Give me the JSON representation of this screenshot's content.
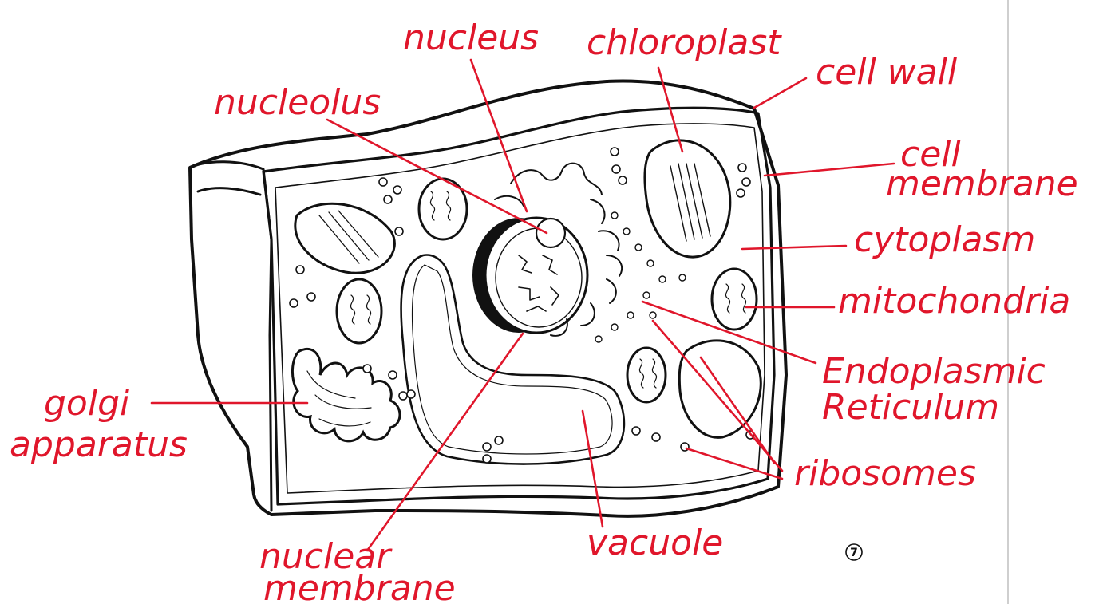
{
  "labels": {
    "nucleus": "nucleus",
    "chloroplast": "chloroplast",
    "cell_wall": "cell wall",
    "nucleolus": "nucleolus",
    "cell_membrane_1": "cell",
    "cell_membrane_2": "membrane",
    "cytoplasm": "cytoplasm",
    "mitochondria": "mitochondria",
    "endoplasmic_1": "Endoplasmic",
    "endoplasmic_2": "Reticulum",
    "golgi_1": "golgi",
    "golgi_2": "apparatus",
    "ribosomes": "ribosomes",
    "vacuole": "vacuole",
    "nuclear_1": "nuclear",
    "nuclear_2": "membrane"
  },
  "page_number": "7",
  "colors": {
    "annotation": "#e0162b",
    "line_art": "#111111"
  }
}
